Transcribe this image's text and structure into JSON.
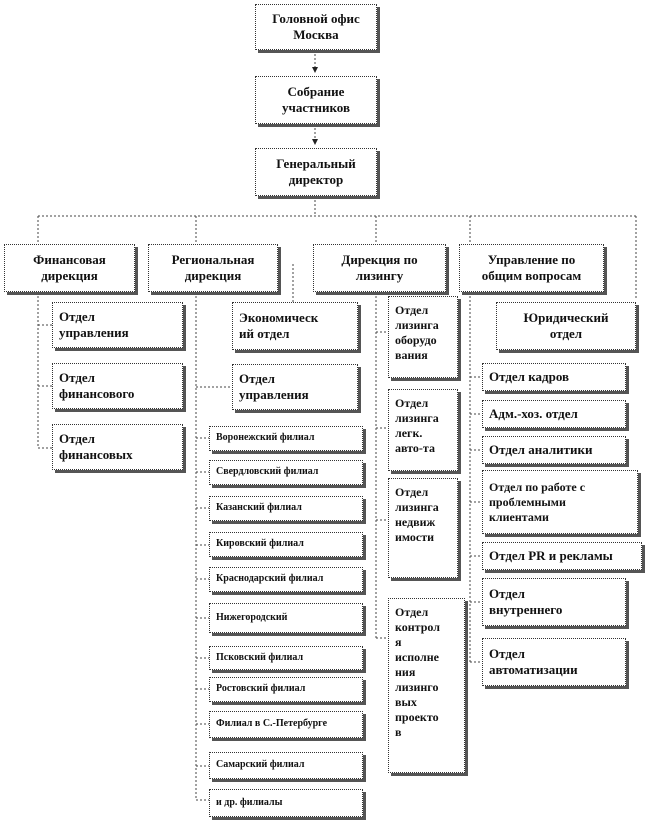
{
  "head_office": "Головной офис\nМосква",
  "assembly": "Собрание\nучастников",
  "general_director": "Генеральный\nдиректор",
  "financial": {
    "title": "Финансовая\nдирекция",
    "departments": [
      "Отдел\nуправления",
      "Отдел\nфинансового",
      "Отдел\nфинансовых"
    ]
  },
  "regional": {
    "title": "Региональная\nдирекция",
    "departments": [
      "Экономическ\nий отдел",
      "Отдел\nуправления"
    ],
    "branches": [
      "Воронежский филиал",
      "Свердловский филиал",
      "Казанский филиал",
      "Кировский филиал",
      "Краснодарский филиал",
      "Нижегородский",
      "Псковский филиал",
      "Ростовский филиал",
      "Филиал в С.-Петербурге",
      "Самарский филиал",
      "и др. филиалы"
    ]
  },
  "leasing": {
    "title": "Дирекция по\nлизингу",
    "departments": [
      "Отдел\nлизинга\nоборудо\nвания",
      "Отдел\nлизинга\nлегк.\nавто-та",
      "Отдел\nлизинга\nнедвиж\nимости",
      "Отдел\nконтрол\nя\nисполне\nния\nлизинго\nвых\nпроекто\nв"
    ]
  },
  "general_affairs": {
    "title": "Управление по\nобщим вопросам",
    "departments": [
      "Юридический\nотдел",
      "Отдел кадров",
      "Адм.-хоз.  отдел",
      "Отдел аналитики",
      "Отдел по работе с\nпроблемными\nклиентами",
      "Отдел PR и рекламы",
      "Отдел\nвнутреннего",
      "Отдел\nавтоматизации"
    ]
  }
}
